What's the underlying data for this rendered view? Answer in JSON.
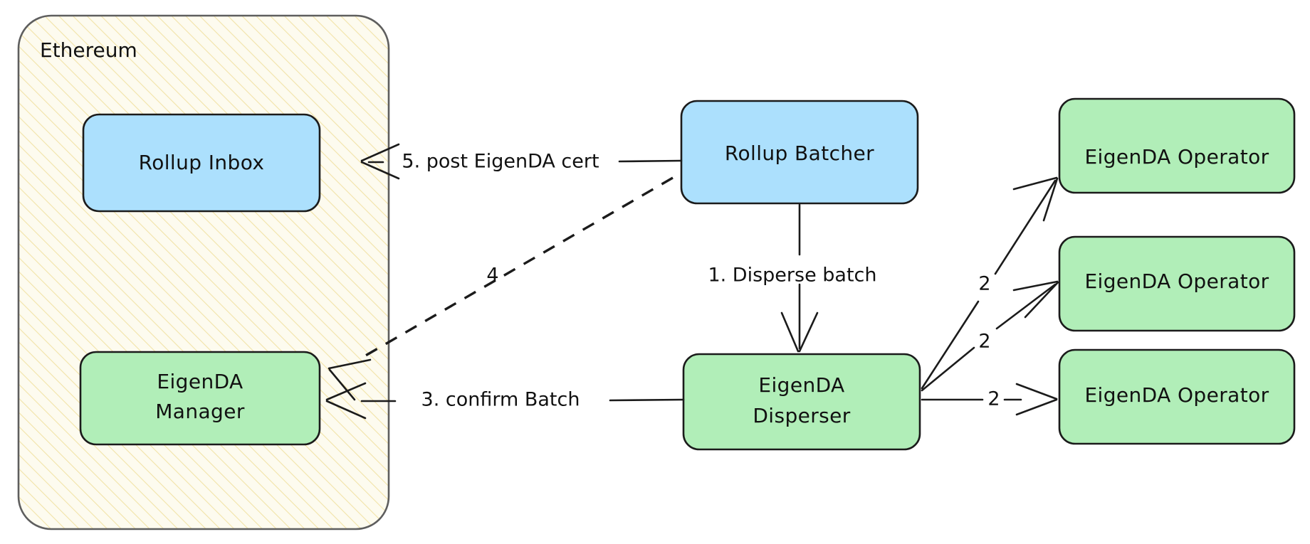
{
  "diagram": {
    "title_hidden": "",
    "colors": {
      "blue_fill": "#ace0fd",
      "green_fill": "#b1eeb8",
      "group_fill": "#fdfbef",
      "hatch_stroke": "#f2e3a8",
      "node_stroke": "#1b1b1b",
      "group_stroke": "#5e5e5e",
      "text": "#111111",
      "background": "#ffffff"
    },
    "groups": [
      {
        "id": "ethereum",
        "label": "Ethereum"
      }
    ],
    "nodes": [
      {
        "id": "rollup-inbox",
        "label": "Rollup Inbox",
        "color": "blue"
      },
      {
        "id": "eigenda-manager",
        "label_line1": "EigenDA",
        "label_line2": "Manager",
        "color": "green"
      },
      {
        "id": "rollup-batcher",
        "label": "Rollup Batcher",
        "color": "blue"
      },
      {
        "id": "eigenda-disperser",
        "label_line1": "EigenDA",
        "label_line2": "Disperser",
        "color": "green"
      },
      {
        "id": "eigenda-operator-1",
        "label": "EigenDA Operator",
        "color": "green"
      },
      {
        "id": "eigenda-operator-2",
        "label": "EigenDA Operator",
        "color": "green"
      },
      {
        "id": "eigenda-operator-3",
        "label": "EigenDA Operator",
        "color": "green"
      }
    ],
    "edges": [
      {
        "id": "e5",
        "label": "5. post EigenDA cert",
        "from": "rollup-batcher",
        "to": "rollup-inbox",
        "style": "solid"
      },
      {
        "id": "e4",
        "label": "4",
        "from": "rollup-batcher",
        "to": "eigenda-manager",
        "style": "dashed"
      },
      {
        "id": "e3",
        "label": "3. confirm Batch",
        "from": "eigenda-disperser",
        "to": "eigenda-manager",
        "style": "solid"
      },
      {
        "id": "e1",
        "label": "1. Disperse batch",
        "from": "rollup-batcher",
        "to": "eigenda-disperser",
        "style": "solid"
      },
      {
        "id": "e2a",
        "label": "2",
        "from": "eigenda-disperser",
        "to": "eigenda-operator-1",
        "style": "solid"
      },
      {
        "id": "e2b",
        "label": "2",
        "from": "eigenda-disperser",
        "to": "eigenda-operator-2",
        "style": "solid"
      },
      {
        "id": "e2c",
        "label": "2",
        "from": "eigenda-disperser",
        "to": "eigenda-operator-3",
        "style": "solid"
      }
    ]
  }
}
